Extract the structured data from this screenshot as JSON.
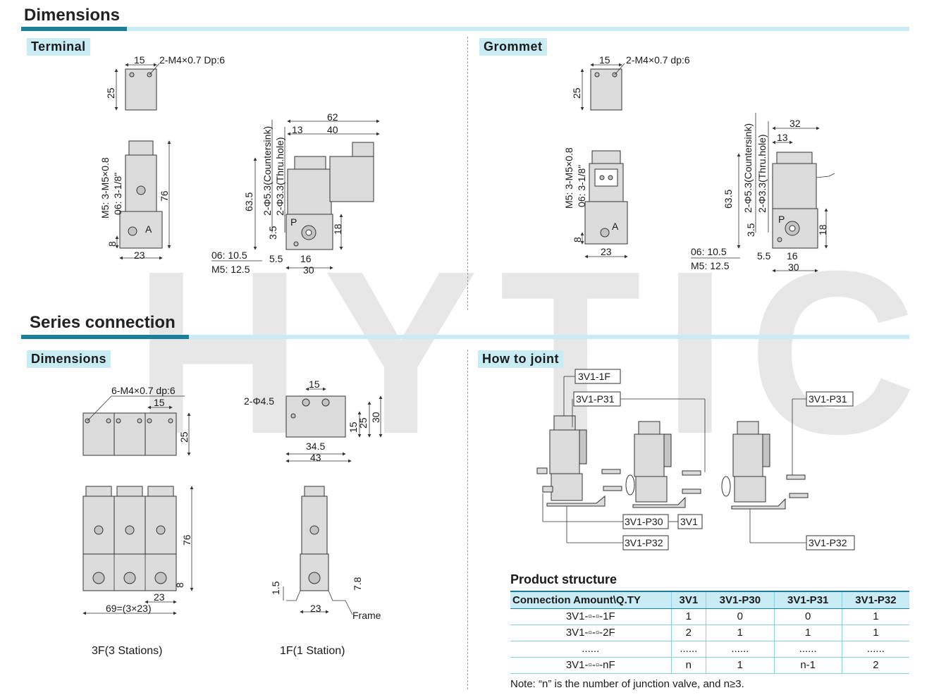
{
  "watermark": "HYTIC",
  "dimensions_title": "Dimensions",
  "series_title": "Series connection",
  "terminal": {
    "title": "Terminal",
    "labels": [
      "15",
      "2-M4×0.7 Dp:6",
      "25",
      "M5: 3-M5×0.8",
      "06: 3-1/8\"",
      "76",
      "A",
      "8",
      "23",
      "62",
      "13",
      "40",
      "63.5",
      "2-Φ5.3(Countersink)",
      "2-Φ3.3(Thru.hole)",
      "P",
      "18",
      "3.5",
      "06: 10.5",
      "5.5",
      "16",
      "M5: 12.5",
      "30"
    ]
  },
  "grommet": {
    "title": "Grommet",
    "labels": [
      "15",
      "2-M4×0.7 dp:6",
      "25",
      "M5: 3-M5×0.8",
      "06: 3-1/8\"",
      "A",
      "8",
      "23",
      "32",
      "13",
      "63.5",
      "2-Φ5.3(Countersink)",
      "2-Φ3.3(Thru.hole)",
      "P",
      "18",
      "3.5",
      "06: 10.5",
      "5.5",
      "16",
      "M5: 12.5",
      "30"
    ]
  },
  "series_dimensions": {
    "title": "Dimensions",
    "labels": [
      "6-M4×0.7 dp:6",
      "15",
      "25",
      "76",
      "8",
      "23",
      "69=(3×23)",
      "2-Φ4.5",
      "15",
      "15",
      "25",
      "30",
      "34.5",
      "43",
      "1.5",
      "7.8",
      "23",
      "Frame"
    ],
    "caption_3f": "3F(3 Stations)",
    "caption_1f": "1F(1 Station)"
  },
  "how_to_joint": {
    "title": "How to joint",
    "callouts": [
      "3V1-1F",
      "3V1-P31",
      "3V1-P31",
      "3V1-P30",
      "3V1",
      "3V1-P32",
      "3V1-P32"
    ]
  },
  "product_structure": {
    "title": "Product structure",
    "headers": [
      "Connection Amount\\Q.TY",
      "3V1",
      "3V1-P30",
      "3V1-P31",
      "3V1-P32"
    ],
    "rows": [
      [
        "3V1-▫-▫-1F",
        "1",
        "0",
        "0",
        "1"
      ],
      [
        "3V1-▫-▫-2F",
        "2",
        "1",
        "1",
        "1"
      ],
      [
        "......",
        "......",
        "......",
        "......",
        "......"
      ],
      [
        "3V1-▫-▫-nF",
        "n",
        "1",
        "n-1",
        "2"
      ]
    ],
    "note": "Note: “n” is the number of junction valve, and n≥3."
  }
}
